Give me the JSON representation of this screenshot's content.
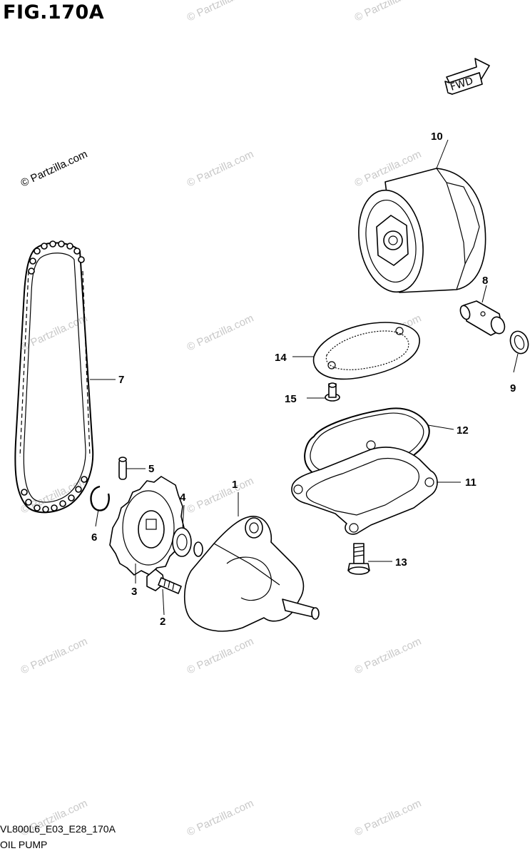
{
  "figure": {
    "title": "FIG.170A",
    "code": "VL800L6_E03_E28_170A",
    "name": "OIL PUMP"
  },
  "direction_badge": {
    "label": "FWD"
  },
  "watermark": {
    "text": "© Partzilla.com"
  },
  "callouts": {
    "c1": "1",
    "c2": "2",
    "c3": "3",
    "c4": "4",
    "c5": "5",
    "c6": "6",
    "c7": "7",
    "c8": "8",
    "c9": "9",
    "c10": "10",
    "c11": "11",
    "c12": "12",
    "c13": "13",
    "c14": "14",
    "c15": "15"
  },
  "colors": {
    "line": "#000000",
    "watermark": "#c8c8c8",
    "background": "#ffffff"
  }
}
